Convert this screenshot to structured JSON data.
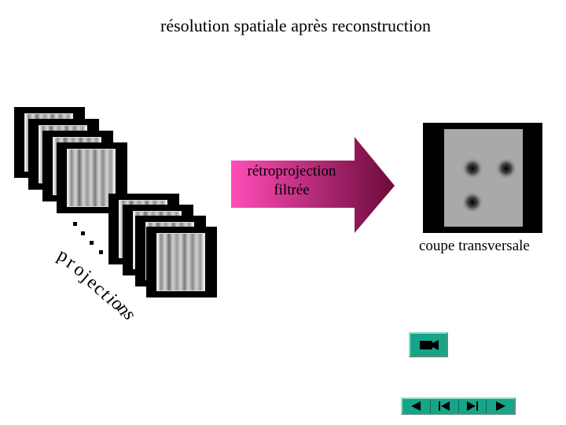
{
  "title": "résolution spatiale après reconstruction",
  "arrow": {
    "label_line1": "rétroprojection",
    "label_line2": "filtrée",
    "gradient_start": "#ff4db8",
    "gradient_end": "#6b0a3a"
  },
  "section_label": "coupe transversale",
  "projections_label": [
    "p",
    "r",
    "o",
    "j",
    "e",
    "c",
    "t",
    "i",
    "o",
    "n",
    "s"
  ],
  "icons": {
    "camera": "camera-icon",
    "nav": [
      "first-icon",
      "prev-icon",
      "next-icon",
      "last-icon"
    ]
  },
  "colors": {
    "button": "#17a589"
  }
}
